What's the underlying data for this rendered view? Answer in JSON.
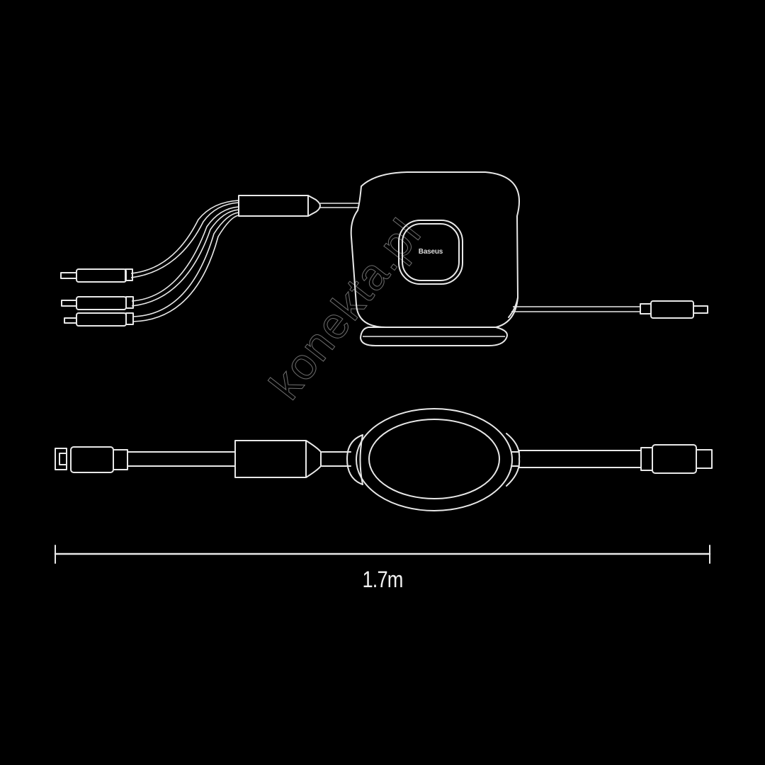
{
  "product": {
    "brand_logo_text": "Baseus",
    "description": "Retractable 3-in-1 charging cable line drawing"
  },
  "dimension": {
    "label": "1.7m"
  },
  "watermark": {
    "text": "konekta.pl"
  },
  "colors": {
    "background": "#000000",
    "stroke": "#e8e8e8"
  }
}
